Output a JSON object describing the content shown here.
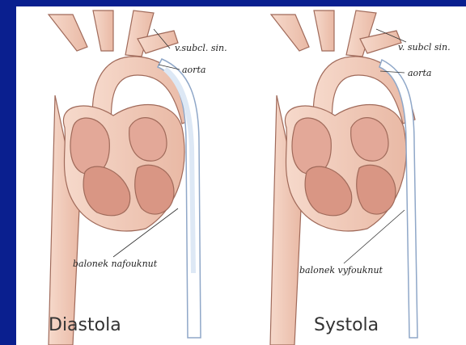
{
  "panels": [
    {
      "title": "Diastola",
      "labels": {
        "vessel": "v.subcl. sin.",
        "aorta": "aorta",
        "balloon": "balonek nafouknut"
      }
    },
    {
      "title": "Systola",
      "labels": {
        "vessel": "v. subcl sin.",
        "aorta": "aorta",
        "balloon": "balonek vyfouknut"
      }
    }
  ],
  "colors": {
    "background": "#0a1f8f",
    "tissue": "#f2cbb9",
    "tissue_dark": "#c98d7a",
    "catheter": "#8fa7c8",
    "outline": "#a06a5a"
  }
}
